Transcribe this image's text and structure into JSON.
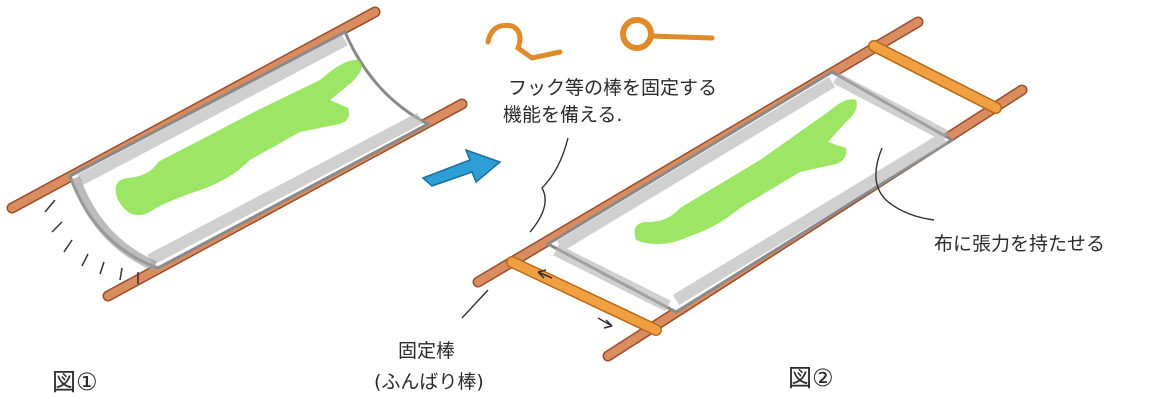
{
  "annotations": {
    "hook_note_line1": "フック等の棒を固定する",
    "hook_note_line2": "機能を備える.",
    "cloth_note": "布に張力を持たせる",
    "fixing_bar_line1": "固定棒",
    "fixing_bar_line2": "(ふんばり棒)"
  },
  "figures": {
    "fig1_label": "図①",
    "fig2_label": "図②"
  },
  "colors": {
    "pole": "#d98c5f",
    "pole_dark": "#9a4e2c",
    "fixing_bar": "#f0a040",
    "cloth_frame": "#9a9a9a",
    "person": "#8be04a",
    "arrow": "#2e9fd6",
    "ink": "#2a2a2a"
  },
  "icons": [
    "hook-icon",
    "ring-icon",
    "blue-transition-arrow-icon"
  ]
}
